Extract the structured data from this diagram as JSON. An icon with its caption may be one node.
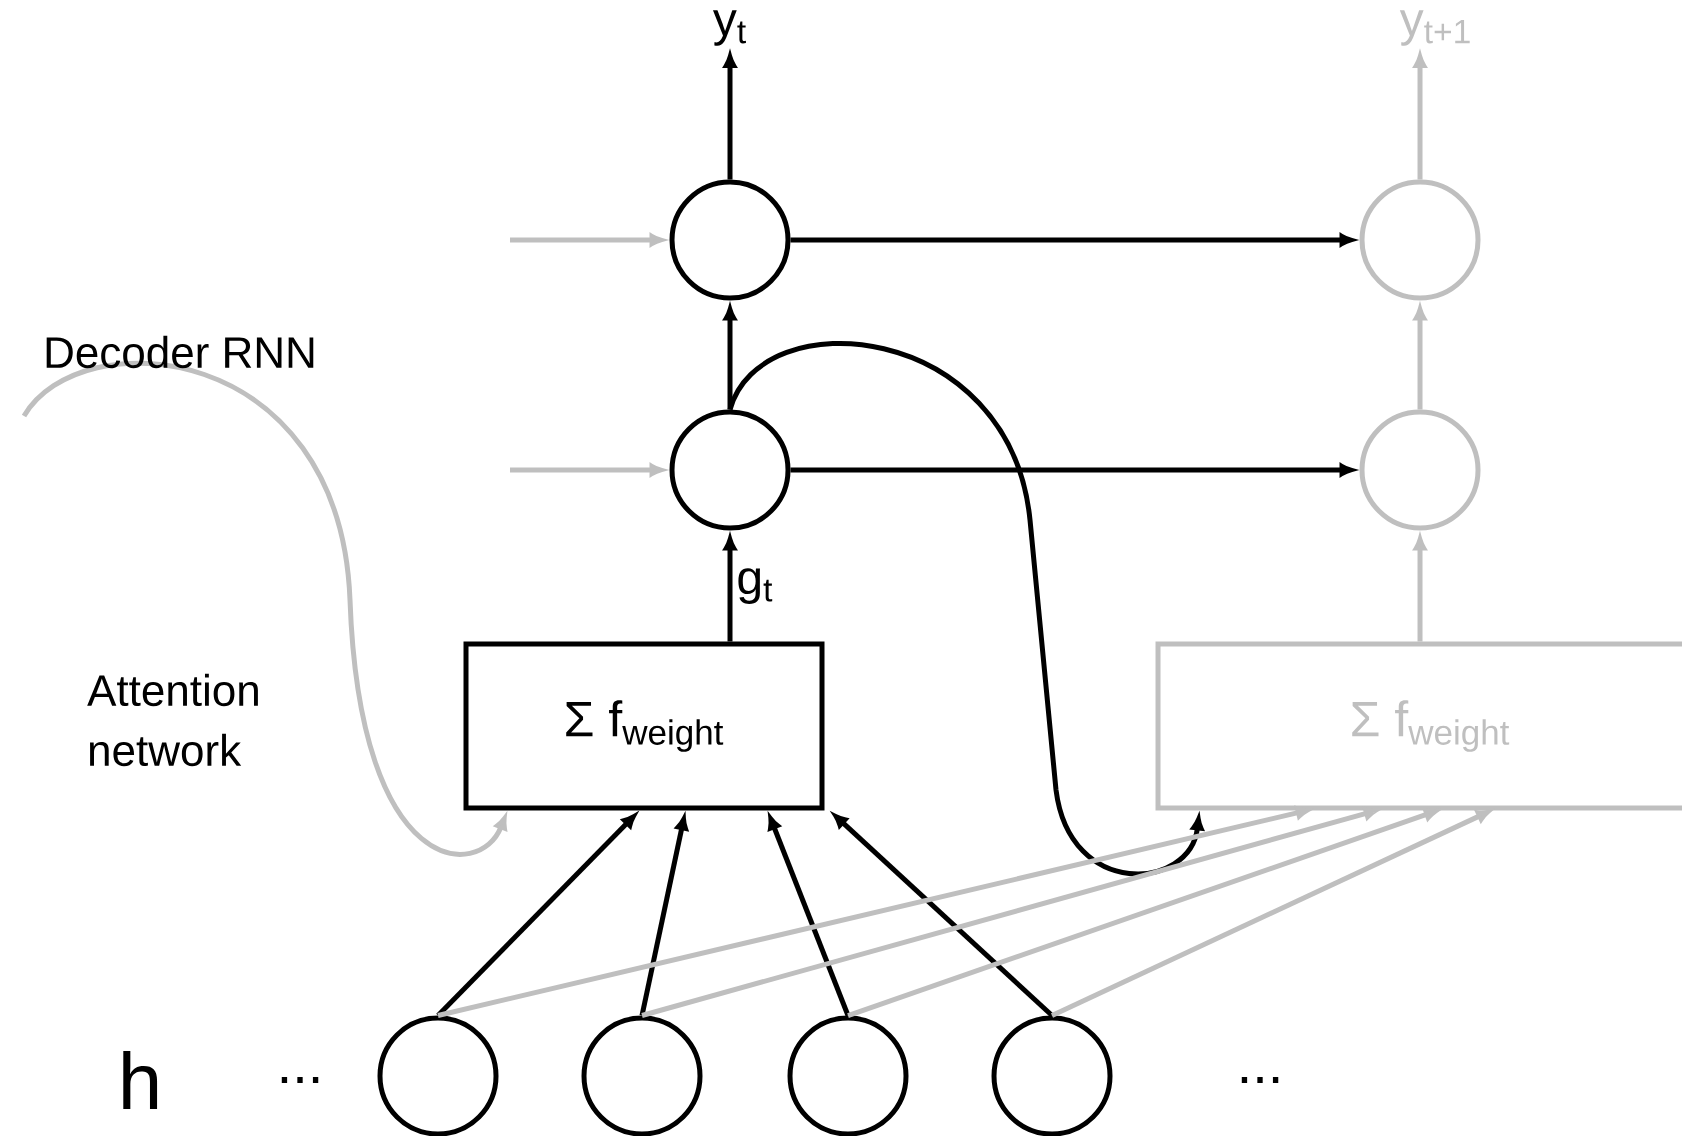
{
  "diagram": {
    "nodes": [
      {
        "text": [],
        "shape": "circle"
      },
      {
        "text": [],
        "shape": "circle"
      },
      {
        "text": [
          "Σ f$_{weight}$"
        ]
      },
      {
        "text": [],
        "shape": "circle"
      },
      {
        "text": [],
        "shape": "circle"
      },
      {
        "text": [
          "Σ f$_{weight}$"
        ]
      },
      {
        "text": [],
        "shape": "circle"
      },
      {
        "text": [],
        "shape": "circle"
      },
      {
        "text": [],
        "shape": "circle"
      },
      {
        "text": [],
        "shape": "circle"
      },
      {
        "text": [
          "y$_{t}$"
        ]
      },
      {
        "text": [
          "y$_{t+1}$"
        ]
      }
    ],
    "edges": [
      {
        "from": 0,
        "to": 10,
        "arrow": "to"
      },
      {
        "from": 1,
        "to": 0,
        "arrow": "to"
      },
      {
        "from": 2,
        "to": 1,
        "arrow": "to",
        "label": "g$_{t}$"
      },
      {
        "from": 0,
        "to": 3,
        "arrow": "to"
      },
      {
        "from": 1,
        "to": 4,
        "arrow": "to"
      },
      {
        "from": 1,
        "to": 5,
        "arrow": "to"
      },
      {
        "from": null,
        "to": 0,
        "arrow": "to",
        "color": "#bfbfbf"
      },
      {
        "from": null,
        "to": 1,
        "arrow": "to",
        "color": "#bfbfbf"
      },
      {
        "from": null,
        "to": 2,
        "arrow": "to",
        "color": "#bfbfbf"
      },
      {
        "from": 3,
        "to": 11,
        "arrow": "to",
        "color": "#bfbfbf"
      },
      {
        "from": 4,
        "to": 3,
        "arrow": "to",
        "color": "#bfbfbf"
      },
      {
        "from": 5,
        "to": 4,
        "arrow": "to",
        "color": "#bfbfbf"
      },
      {
        "from": 6,
        "to": 2,
        "arrow": "to"
      },
      {
        "from": 7,
        "to": 2,
        "arrow": "to"
      },
      {
        "from": 8,
        "to": 2,
        "arrow": "to"
      },
      {
        "from": 9,
        "to": 2,
        "arrow": "to"
      },
      {
        "from": 6,
        "to": 5,
        "arrow": "to",
        "color": "#bfbfbf"
      },
      {
        "from": 7,
        "to": 5,
        "arrow": "to",
        "color": "#bfbfbf"
      },
      {
        "from": 8,
        "to": 5,
        "arrow": "to",
        "color": "#bfbfbf"
      },
      {
        "from": 9,
        "to": 5,
        "arrow": "to",
        "color": "#bfbfbf"
      }
    ],
    "labels": [
      "Decoder RNN",
      "Attention network",
      "h",
      "...",
      "..."
    ]
  }
}
